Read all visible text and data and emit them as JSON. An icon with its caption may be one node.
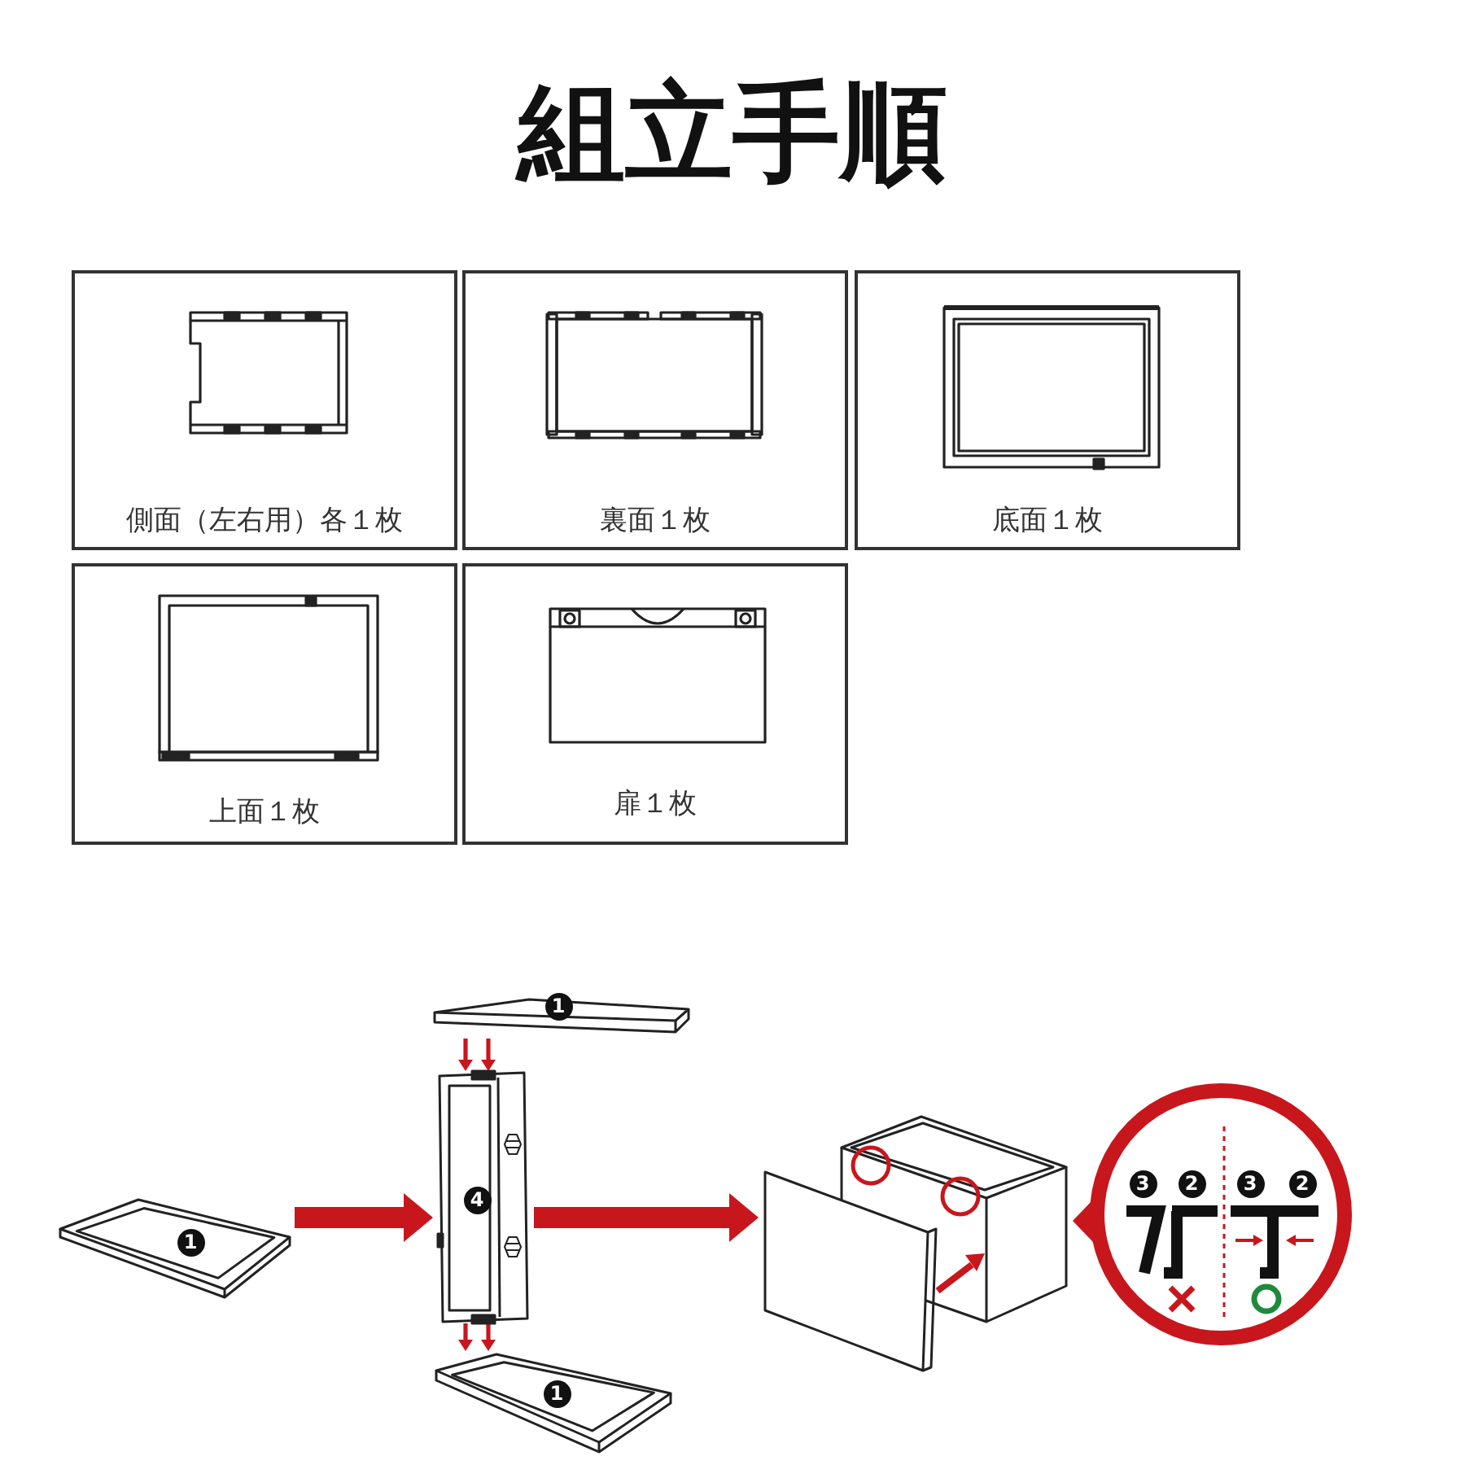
{
  "diagram": {
    "title": "組立手順",
    "nodes": [
      {
        "text": [
          "側面（左右用）各１枚"
        ]
      },
      {
        "text": [
          "裏面１枚"
        ]
      },
      {
        "text": [
          "底面１枚"
        ]
      },
      {
        "text": [
          "上面１枚"
        ]
      },
      {
        "text": [
          "扉１枚"
        ]
      },
      {
        "text": [
          "1"
        ]
      },
      {
        "text": [
          "1"
        ]
      },
      {
        "text": [
          "4"
        ]
      },
      {
        "text": [
          "1"
        ]
      },
      {
        "text": [],
        "shape": "picture"
      },
      {
        "text": [
          "3",
          "2",
          "3",
          "2"
        ]
      }
    ],
    "edges": [
      {
        "from": 5,
        "to": 7,
        "arrow": "to",
        "style": "thick"
      },
      {
        "from": 6,
        "to": 7,
        "arrow": "to"
      },
      {
        "from": 6,
        "to": 7,
        "arrow": "to"
      },
      {
        "from": 7,
        "to": 8,
        "arrow": "to"
      },
      {
        "from": 7,
        "to": 8,
        "arrow": "to"
      },
      {
        "from": 7,
        "to": 9,
        "arrow": "to",
        "style": "thick"
      }
    ]
  }
}
